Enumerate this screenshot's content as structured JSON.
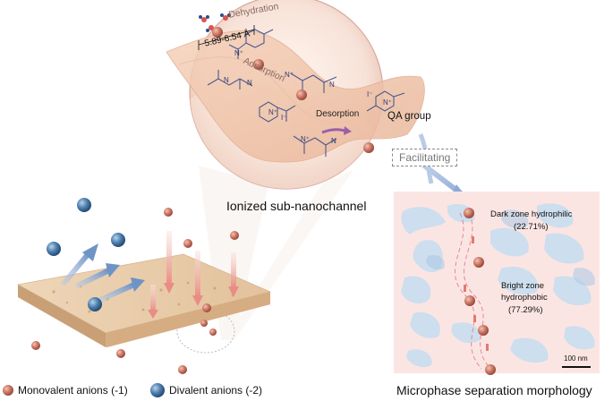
{
  "labels": {
    "dehydration": "Dehydration",
    "distance": "5.89-6.54 Å",
    "adsorption": "Adsorption",
    "desorption": "Desorption",
    "qa_group": "QA group",
    "subnanochannel": "Ionized sub-nanochannel",
    "facilitating": "Facilitating",
    "dark_zone_line1": "Dark zone hydrophilic",
    "dark_zone_line2": "(22.71%)",
    "bright_zone_line1": "Bright zone",
    "bright_zone_line2": "hydrophobic",
    "bright_zone_line3": "(77.29%)",
    "scale_bar": "100 nm",
    "morphology": "Microphase separation morphology"
  },
  "legend": {
    "monovalent": "Monovalent anions (-1)",
    "divalent": "Divalent anions (-2)"
  },
  "colors": {
    "monovalent_anion": "#c8715f",
    "divalent_anion": "#3f6e9c",
    "membrane": "#e8cfb0",
    "channel": "#f0c4a8",
    "qa_structure": "#4a5a8a",
    "desorption_arrow": "#9b5fa8",
    "facilitating_arrow": "#a9bfe0"
  }
}
